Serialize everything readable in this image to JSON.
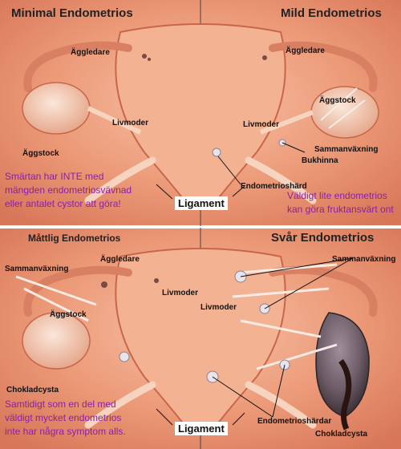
{
  "panels": {
    "minimal": {
      "title": "Minimal Endometrios",
      "labels": {
        "tube": "Äggledare",
        "uterus": "Livmoder",
        "ovary": "Äggstock"
      }
    },
    "mild": {
      "title": "Mild Endometrios",
      "labels": {
        "tube": "Äggledare",
        "ovary": "Äggstock",
        "uterus": "Livmoder",
        "adhesion": "Sammanväxning",
        "peritoneum": "Bukhinna"
      }
    },
    "moderate": {
      "title": "Måttlig Endometrios",
      "labels": {
        "adhesion": "Sammanväxning",
        "tube": "Äggledare",
        "uterus": "Livmoder",
        "ovary": "Äggstock",
        "cyst": "Chokladcysta"
      }
    },
    "severe": {
      "title": "Svår Endometrios",
      "labels": {
        "adhesion": "Sammanväxning",
        "uterus": "Livmoder",
        "cyst": "Chokladcysta"
      }
    }
  },
  "center_labels": {
    "ligament_top": "Ligament",
    "ligament_bottom": "Ligament",
    "lesion_top": "Endometrioshärd",
    "lesion_bottom": "Endometrioshärdar"
  },
  "notes": {
    "top_left": [
      "Smärtan har INTE med",
      "mängden endometriosvävnad",
      "eller antalet cystor att göra!"
    ],
    "top_right": [
      "Väldigt lite endometrios",
      "kan göra fruktansvärt ont"
    ],
    "bottom_left": [
      "Samtidigt som en del med",
      "väldigt mycket endometrios",
      "inte har några symptom alls."
    ]
  },
  "colors": {
    "tissue": "#ec9a78",
    "tissue_dark": "#c9664a",
    "note_text": "#8a1fa8",
    "background": "#ffffff"
  }
}
